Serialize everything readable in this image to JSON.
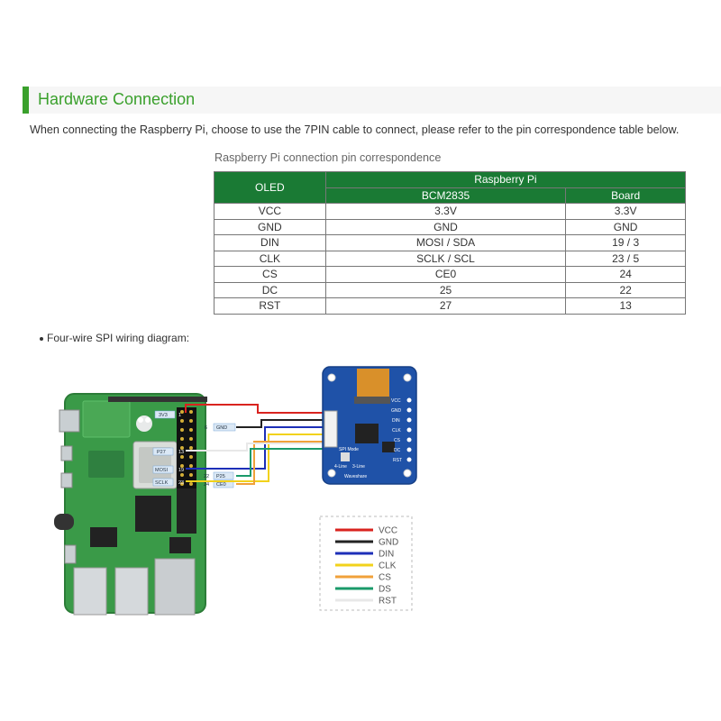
{
  "section": {
    "title": "Hardware Connection",
    "intro": "When connecting the Raspberry Pi, choose to use the 7PIN cable to connect, please refer to the pin correspondence table below."
  },
  "table": {
    "caption": "Raspberry Pi connection pin correspondence",
    "header_oled": "OLED",
    "header_group": "Raspberry Pi",
    "header_bcm": "BCM2835",
    "header_board": "Board",
    "rows": [
      {
        "oled": "VCC",
        "bcm": "3.3V",
        "board": "3.3V"
      },
      {
        "oled": "GND",
        "bcm": "GND",
        "board": "GND"
      },
      {
        "oled": "DIN",
        "bcm": "MOSI / SDA",
        "board": "19 / 3"
      },
      {
        "oled": "CLK",
        "bcm": "SCLK / SCL",
        "board": "23 / 5"
      },
      {
        "oled": "CS",
        "bcm": "CE0",
        "board": "24"
      },
      {
        "oled": "DC",
        "bcm": "25",
        "board": "22"
      },
      {
        "oled": "RST",
        "bcm": "27",
        "board": "13"
      }
    ]
  },
  "diagram": {
    "bullet": "Four-wire SPI wiring diagram:",
    "pi_labels": {
      "v33": "3V3",
      "pin1": "1",
      "pin6": "6",
      "gnd": "GND",
      "p27": "P27",
      "pin13": "13",
      "mosi": "MOSI",
      "pin19": "19",
      "sclk": "SCLK",
      "pin23": "23",
      "pin22": "22",
      "p25": "P25",
      "pin24": "24",
      "ce0": "CE0"
    },
    "module_labels": {
      "vcc": "VCC",
      "gnd": "GND",
      "din": "DIN",
      "clk": "CLK",
      "cs": "CS",
      "dc": "DC",
      "rst": "RST",
      "spi_mode": "SPI Mode",
      "line4": "4-Line",
      "line3": "3-Line",
      "brand": "Waveshare"
    },
    "legend": [
      {
        "label": "VCC",
        "color": "#d9231f"
      },
      {
        "label": "GND",
        "color": "#222222"
      },
      {
        "label": "DIN",
        "color": "#1d2fb8"
      },
      {
        "label": "CLK",
        "color": "#f2d21b"
      },
      {
        "label": "CS",
        "color": "#f0a13a"
      },
      {
        "label": "DS",
        "color": "#1a9a6a"
      },
      {
        "label": "RST",
        "color": "#e8e8e8"
      }
    ]
  }
}
